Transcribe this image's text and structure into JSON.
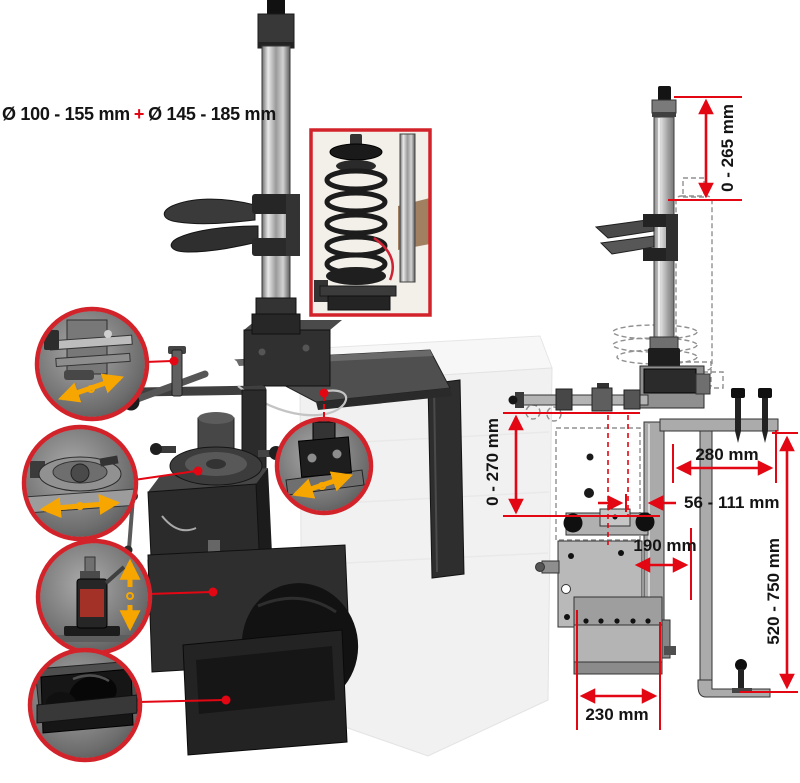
{
  "colors": {
    "accent_red": "#e30613",
    "callout_ring_red": "#d2232a",
    "arrow_orange": "#f7a600",
    "drawing_gray": "#b0b0b0",
    "machine_dark": "#2a2a2a"
  },
  "spec_header": {
    "range_1": "Ø 100 - 155 mm",
    "separator": "+",
    "range_2": "Ø 145 - 185 mm"
  },
  "photo": {
    "inset": {
      "id": "strut-spring-mounted-inset"
    },
    "callouts": [
      {
        "id": "upper-clamp-detail",
        "arrow_icon": "diagonal-double-arrow-icon"
      },
      {
        "id": "rotary-plate-detail",
        "arrow_icon": "horizontal-double-arrow-icon"
      },
      {
        "id": "hydraulic-jack-detail",
        "arrow_icon": "vertical-double-arrow-icon"
      },
      {
        "id": "storage-tray-detail",
        "arrow_icon": "none"
      },
      {
        "id": "sliding-block-detail",
        "arrow_icon": "diagonal-double-arrow-icon"
      }
    ]
  },
  "diagram": {
    "dimensions": {
      "column_extension": "0 - 265 mm",
      "body_travel": "0 - 270 mm",
      "bracket_width": "280 mm",
      "clamp_range": "56 - 111 mm",
      "tray_offset": "190 mm",
      "mount_height": "520 - 750 mm",
      "tray_width": "230 mm"
    }
  }
}
